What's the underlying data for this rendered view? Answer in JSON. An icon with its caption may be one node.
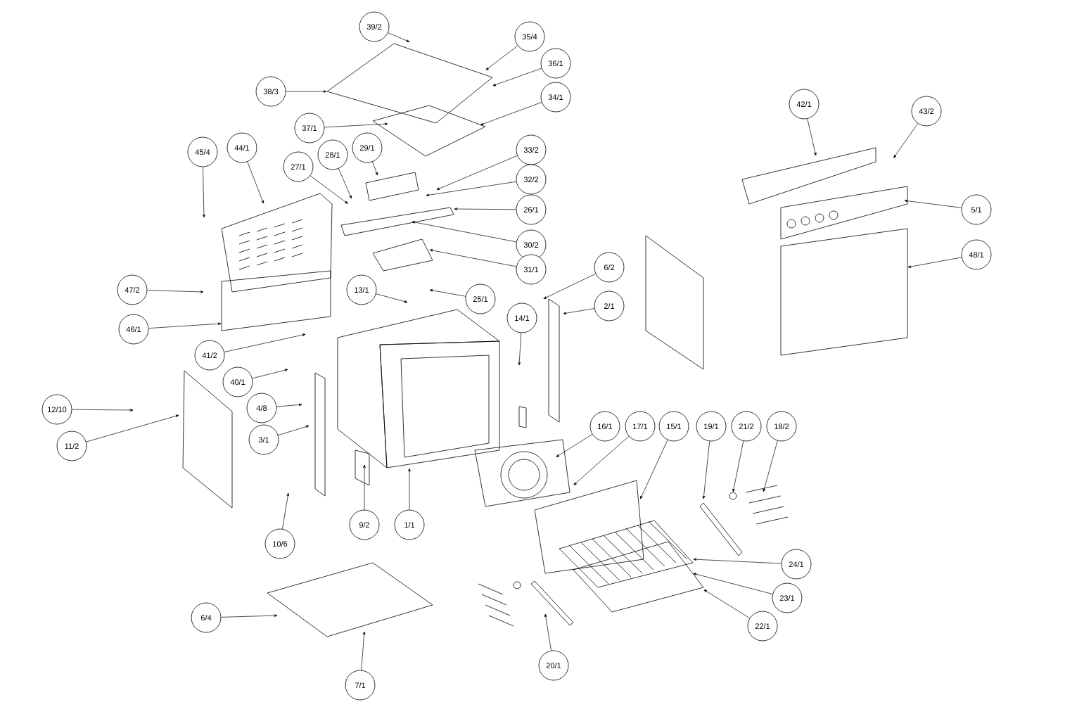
{
  "diagram": {
    "nodes": [
      {
        "text": [
          "39/2"
        ]
      },
      {
        "text": [
          "35/4"
        ]
      },
      {
        "text": [
          "36/1"
        ]
      },
      {
        "text": [
          "38/3"
        ]
      },
      {
        "text": [
          "34/1"
        ]
      },
      {
        "text": [
          "37/1"
        ]
      },
      {
        "text": [
          "29/1"
        ]
      },
      {
        "text": [
          "33/2"
        ]
      },
      {
        "text": [
          "28/1"
        ]
      },
      {
        "text": [
          "27/1"
        ]
      },
      {
        "text": [
          "44/1"
        ]
      },
      {
        "text": [
          "45/4"
        ]
      },
      {
        "text": [
          "42/1"
        ]
      },
      {
        "text": [
          "43/2"
        ]
      },
      {
        "text": [
          "32/2"
        ]
      },
      {
        "text": [
          "26/1"
        ]
      },
      {
        "text": [
          "30/2"
        ]
      },
      {
        "text": [
          "5/1"
        ]
      },
      {
        "text": [
          "48/1"
        ]
      },
      {
        "text": [
          "31/1"
        ]
      },
      {
        "text": [
          "6/2"
        ]
      },
      {
        "text": [
          "13/1"
        ]
      },
      {
        "text": [
          "25/1"
        ]
      },
      {
        "text": [
          "47/2"
        ]
      },
      {
        "text": [
          "2/1"
        ]
      },
      {
        "text": [
          "14/1"
        ]
      },
      {
        "text": [
          "46/1"
        ]
      },
      {
        "text": [
          "41/2"
        ]
      },
      {
        "text": [
          "40/1"
        ]
      },
      {
        "text": [
          "12/10"
        ]
      },
      {
        "text": [
          "4/8"
        ]
      },
      {
        "text": [
          "11/2"
        ]
      },
      {
        "text": [
          "3/1"
        ]
      },
      {
        "text": [
          "16/1"
        ]
      },
      {
        "text": [
          "17/1"
        ]
      },
      {
        "text": [
          "15/1"
        ]
      },
      {
        "text": [
          "19/1"
        ]
      },
      {
        "text": [
          "21/2"
        ]
      },
      {
        "text": [
          "18/2"
        ]
      },
      {
        "text": [
          "9/2"
        ]
      },
      {
        "text": [
          "1/1"
        ]
      },
      {
        "text": [
          "10/6"
        ]
      },
      {
        "text": [
          "24/1"
        ]
      },
      {
        "text": [
          "23/1"
        ]
      },
      {
        "text": [
          "22/1"
        ]
      },
      {
        "text": [
          "6/4"
        ]
      },
      {
        "text": [
          "7/1"
        ]
      },
      {
        "text": [
          "20/1"
        ]
      }
    ],
    "edges": [
      {
        "from": 0,
        "to": null,
        "arrow": "to"
      },
      {
        "from": 1,
        "to": null,
        "arrow": "to"
      },
      {
        "from": 2,
        "to": null,
        "arrow": "to"
      },
      {
        "from": 3,
        "to": null,
        "arrow": "to"
      },
      {
        "from": 4,
        "to": null,
        "arrow": "to"
      },
      {
        "from": 5,
        "to": null,
        "arrow": "to"
      },
      {
        "from": 6,
        "to": null,
        "arrow": "to"
      },
      {
        "from": 7,
        "to": null,
        "arrow": "to"
      },
      {
        "from": 8,
        "to": null,
        "arrow": "to"
      },
      {
        "from": 9,
        "to": null,
        "arrow": "to"
      },
      {
        "from": 10,
        "to": null,
        "arrow": "to"
      },
      {
        "from": 11,
        "to": null,
        "arrow": "to"
      },
      {
        "from": 12,
        "to": null,
        "arrow": "to"
      },
      {
        "from": 13,
        "to": null,
        "arrow": "to"
      },
      {
        "from": 14,
        "to": null,
        "arrow": "to"
      },
      {
        "from": 15,
        "to": null,
        "arrow": "to"
      },
      {
        "from": 16,
        "to": null,
        "arrow": "to"
      },
      {
        "from": 17,
        "to": null,
        "arrow": "to"
      },
      {
        "from": 18,
        "to": null,
        "arrow": "to"
      },
      {
        "from": 19,
        "to": null,
        "arrow": "to"
      },
      {
        "from": 20,
        "to": null,
        "arrow": "to"
      },
      {
        "from": 21,
        "to": null,
        "arrow": "to"
      },
      {
        "from": 22,
        "to": null,
        "arrow": "to"
      },
      {
        "from": 23,
        "to": null,
        "arrow": "to"
      },
      {
        "from": 24,
        "to": null,
        "arrow": "to"
      },
      {
        "from": 25,
        "to": null,
        "arrow": "to"
      },
      {
        "from": 26,
        "to": null,
        "arrow": "to"
      },
      {
        "from": 27,
        "to": null,
        "arrow": "to"
      },
      {
        "from": 28,
        "to": null,
        "arrow": "to"
      },
      {
        "from": 29,
        "to": null,
        "arrow": "to"
      },
      {
        "from": 30,
        "to": null,
        "arrow": "to"
      },
      {
        "from": 31,
        "to": null,
        "arrow": "to"
      },
      {
        "from": 32,
        "to": null,
        "arrow": "to"
      },
      {
        "from": 33,
        "to": null,
        "arrow": "to"
      },
      {
        "from": 34,
        "to": null,
        "arrow": "to"
      },
      {
        "from": 35,
        "to": null,
        "arrow": "to"
      },
      {
        "from": 36,
        "to": null,
        "arrow": "to"
      },
      {
        "from": 37,
        "to": null,
        "arrow": "to"
      },
      {
        "from": 38,
        "to": null,
        "arrow": "to"
      },
      {
        "from": 39,
        "to": null,
        "arrow": "to"
      },
      {
        "from": 40,
        "to": null,
        "arrow": "to"
      },
      {
        "from": 41,
        "to": null,
        "arrow": "to"
      },
      {
        "from": 42,
        "to": null,
        "arrow": "to"
      },
      {
        "from": 43,
        "to": null,
        "arrow": "to"
      },
      {
        "from": 44,
        "to": null,
        "arrow": "to"
      },
      {
        "from": 45,
        "to": null,
        "arrow": "to"
      },
      {
        "from": 46,
        "to": null,
        "arrow": "to"
      },
      {
        "from": 47,
        "to": null,
        "arrow": "to"
      }
    ]
  }
}
